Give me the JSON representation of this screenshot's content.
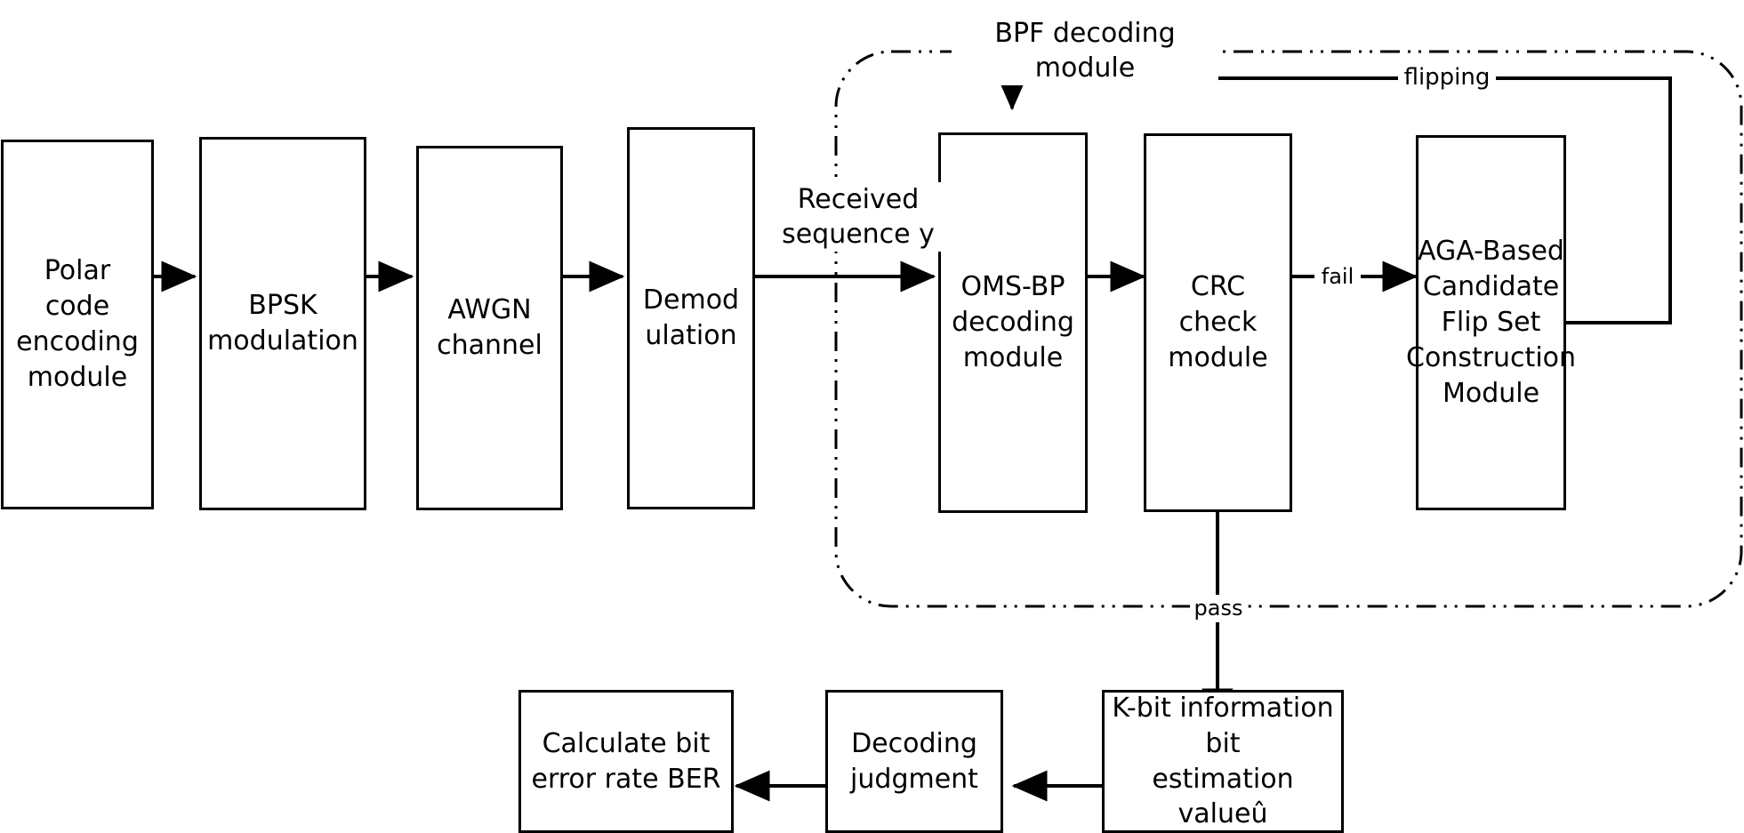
{
  "diagram": {
    "title": "Polar code BPF decoding system block diagram",
    "region": {
      "title": "BPF decoding module",
      "border_style": "dash-dot-dot",
      "color": "#000000"
    },
    "colors": {
      "stroke": "#000000",
      "background": "#ffffff"
    },
    "blocks": [
      {
        "id": "polar-encode",
        "label": "Polar\ncode\nencoding\nmodule"
      },
      {
        "id": "bpsk",
        "label": "BPSK\nmodulation"
      },
      {
        "id": "awgn",
        "label": "AWGN\nchannel"
      },
      {
        "id": "demod",
        "label": "Demod\nulation"
      },
      {
        "id": "oms-bp",
        "label": "OMS-BP\ndecoding\nmodule"
      },
      {
        "id": "crc",
        "label": "CRC\ncheck\nmodule"
      },
      {
        "id": "aga",
        "label": "AGA-Based\nCandidate\nFlip Set\nConstruction\nModule"
      },
      {
        "id": "kbit",
        "label": "K-bit information bit\nestimation valueû"
      },
      {
        "id": "decide",
        "label": "Decoding\njudgment"
      },
      {
        "id": "ber",
        "label": "Calculate bit\nerror rate BER"
      }
    ],
    "edge_labels": {
      "received": "Received\nsequence y",
      "fail": "fail",
      "pass": "pass",
      "flipping": "flipping"
    }
  }
}
